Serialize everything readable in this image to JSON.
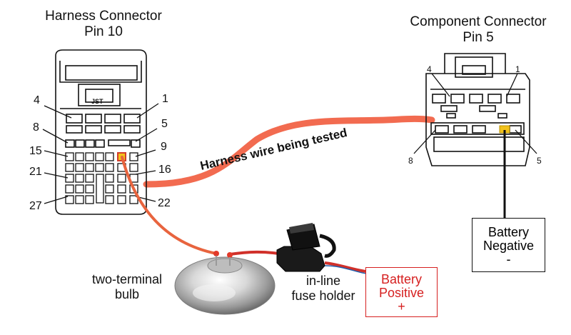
{
  "harness_connector": {
    "title": "Harness Connector",
    "pin_label": "Pin 10",
    "brand_mark": "JST",
    "pin_numbers": [
      "4",
      "1",
      "8",
      "5",
      "15",
      "9",
      "21",
      "16",
      "27",
      "22"
    ]
  },
  "component_connector": {
    "title": "Component Connector",
    "pin_label": "Pin 5",
    "pin_numbers": [
      "4",
      "1",
      "8",
      "5"
    ]
  },
  "wire_label": "Harness wire being tested",
  "bulb_label": [
    "two-terminal",
    "bulb"
  ],
  "fuse_label": [
    "in-line",
    "fuse holder"
  ],
  "battery_negative": [
    "Battery",
    "Negative",
    "-"
  ],
  "battery_positive": [
    "Battery",
    "Positive",
    "+"
  ],
  "colors": {
    "harness_wire": "#f26b50",
    "test_lead": "#e8643e",
    "positive_box": "#d62020",
    "pin_highlight": "#f2c21a"
  }
}
